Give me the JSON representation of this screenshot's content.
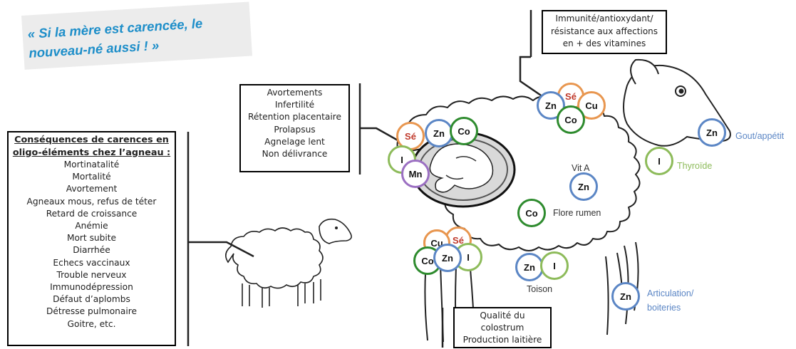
{
  "quote": {
    "line1": "« Si la mère est carencée, le",
    "line2": "nouveau-né aussi ! »"
  },
  "colors": {
    "quote": "#1d8ec9",
    "zinc": "#5b86c5",
    "copper": "#e8964f",
    "cobalt": "#2e8b2e",
    "iodine": "#8dbb5a",
    "manganese": "#9b6fc2",
    "selenium_text": "#c0392b"
  },
  "box_left": {
    "title_line1": "Conséquences de carences en",
    "title_line2": "oligo-éléments chez l’agneau :",
    "items": [
      "Mortinatalité",
      "Mortalité",
      "Avortement",
      "Agneaux mous, refus de téter",
      "Retard de croissance",
      "Anémie",
      "Mort subite",
      "Diarrhée",
      "Echecs vaccinaux",
      "Trouble nerveux",
      "Immunodépression",
      "Défaut d’aplombs",
      "Détresse pulmonaire",
      "Goitre, etc."
    ]
  },
  "box_top_middle": {
    "items": [
      "Avortements",
      "Infertilité",
      "Rétention placentaire",
      "Prolapsus",
      "Agnelage lent",
      "Non délivrance"
    ]
  },
  "box_top_right": {
    "lines": [
      "Immunité/antioxydant/",
      "résistance aux affections",
      "en + des vitamines"
    ]
  },
  "box_bottom": {
    "lines": [
      "Qualité du",
      "colostrum",
      "Production laitière"
    ]
  },
  "elements": {
    "se": "Sé",
    "zn": "Zn",
    "co": "Co",
    "cu": "Cu",
    "i": "I",
    "mn": "Mn"
  },
  "labels": {
    "vit_a": "Vit A",
    "flore_rumen": "Flore rumen",
    "gout_appetit": "Gout/appétit",
    "thyroide": "Thyroïde",
    "toison": "Toison",
    "articulation": "Articulation/",
    "boiteries": "boiteries"
  }
}
